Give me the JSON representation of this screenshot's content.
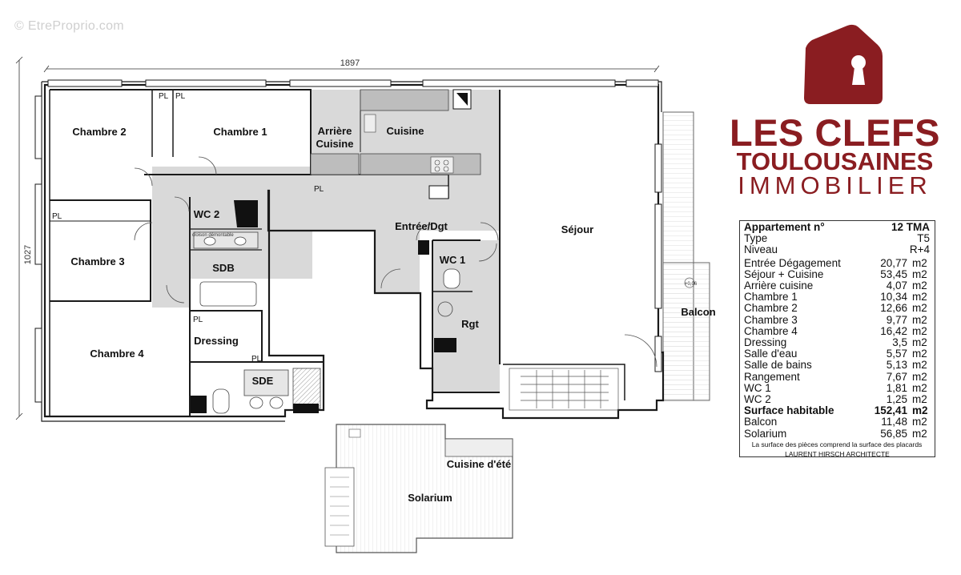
{
  "watermark": "© EtreProprio.com",
  "brand": {
    "line1": "LES CLEFS",
    "line2": "TOULOUSAINES",
    "line3": "IMMOBILIER",
    "color": "#8a1d21"
  },
  "plan": {
    "dim_width": "1897",
    "dim_height": "1027",
    "level": "+0,06",
    "rooms": {
      "chambre2": "Chambre 2",
      "chambre1": "Chambre 1",
      "arriere1": "Arrière",
      "arriere2": "Cuisine",
      "cuisine": "Cuisine",
      "chambre3": "Chambre 3",
      "wc2": "WC 2",
      "sdb": "SDB",
      "entree": "Entrée/Dgt",
      "sejour": "Séjour",
      "wc1": "WC 1",
      "rgt": "Rgt",
      "balcon": "Balcon",
      "chambre4": "Chambre 4",
      "dressing": "Dressing",
      "sde": "SDE",
      "cuisine_ete": "Cuisine d'été",
      "solarium": "Solarium"
    },
    "pl": "PL",
    "cloison": "cloison démontable"
  },
  "table": {
    "header_label": "Appartement n°",
    "header_value": "12 TMA",
    "type_label": "Type",
    "type_value": "T5",
    "niveau_label": "Niveau",
    "niveau_value": "R+4",
    "rows": [
      {
        "label": "Entrée Dégagement",
        "value": "20,77",
        "unit": "m2"
      },
      {
        "label": "Séjour + Cuisine",
        "value": "53,45",
        "unit": "m2"
      },
      {
        "label": "Arrière cuisine",
        "value": "4,07",
        "unit": "m2"
      },
      {
        "label": "Chambre 1",
        "value": "10,34",
        "unit": "m2"
      },
      {
        "label": "Chambre 2",
        "value": "12,66",
        "unit": "m2"
      },
      {
        "label": "Chambre 3",
        "value": "9,77",
        "unit": "m2"
      },
      {
        "label": "Chambre 4",
        "value": "16,42",
        "unit": "m2"
      },
      {
        "label": "Dressing",
        "value": "3,5",
        "unit": "m2"
      },
      {
        "label": "Salle d'eau",
        "value": "5,57",
        "unit": "m2"
      },
      {
        "label": "Salle de bains",
        "value": "5,13",
        "unit": "m2"
      },
      {
        "label": "Rangement",
        "value": "7,67",
        "unit": "m2"
      },
      {
        "label": "WC 1",
        "value": "1,81",
        "unit": "m2"
      },
      {
        "label": "WC 2",
        "value": "1,25",
        "unit": "m2"
      }
    ],
    "total_label": "Surface habitable",
    "total_value": "152,41",
    "total_unit": "m2",
    "extra": [
      {
        "label": "Balcon",
        "value": "11,48",
        "unit": "m2"
      },
      {
        "label": "Solarium",
        "value": "56,85",
        "unit": "m2"
      }
    ],
    "note": "La surface des pièces comprend la surface des placards",
    "architect": "LAURENT HIRSCH ARCHITECTE"
  }
}
